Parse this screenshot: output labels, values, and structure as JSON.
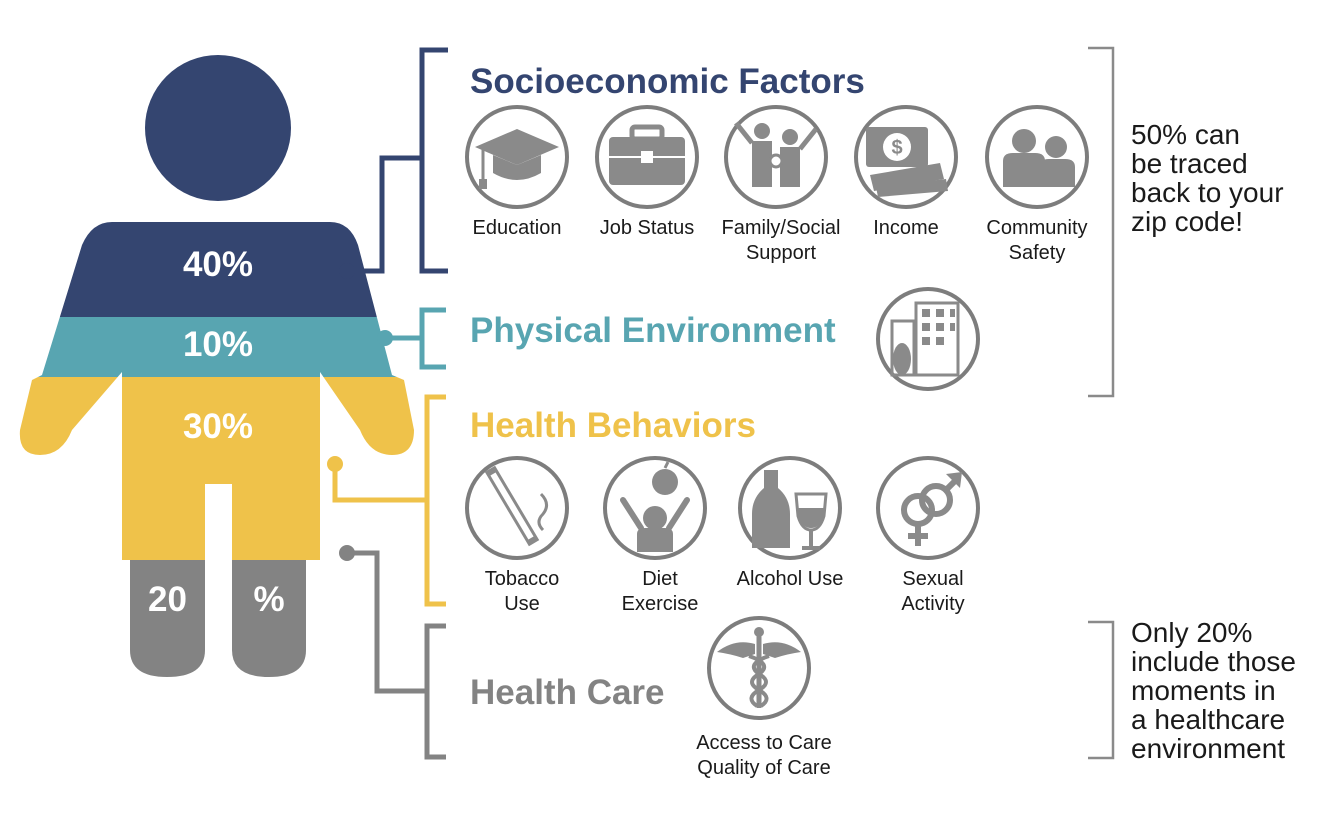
{
  "colors": {
    "socioeconomic": "#344570",
    "physical": "#58a5b1",
    "behaviors": "#efc24a",
    "healthcare": "#838383",
    "icon_ring": "#7d7d7d",
    "icon_fill": "#8a8a8a",
    "bracket_right": "#8a8a8a"
  },
  "figure": {
    "percent_socioeconomic": "40%",
    "percent_physical": "10%",
    "percent_behaviors": "30%",
    "percent_healthcare_left": "20",
    "percent_healthcare_right": "%"
  },
  "categories": {
    "socioeconomic": {
      "title": "Socioeconomic Factors",
      "share": 0.4,
      "items": [
        {
          "label": "Education",
          "icon": "graduation-cap-icon"
        },
        {
          "label": "Job Status",
          "icon": "briefcase-icon"
        },
        {
          "label": "Family/Social\nSupport",
          "icon": "family-icon"
        },
        {
          "label": "Income",
          "icon": "money-icon"
        },
        {
          "label": "Community\nSafety",
          "icon": "community-icon"
        }
      ]
    },
    "physical": {
      "title": "Physical Environment",
      "share": 0.1,
      "items": [
        {
          "label": "",
          "icon": "building-icon"
        }
      ]
    },
    "behaviors": {
      "title": "Health Behaviors",
      "share": 0.3,
      "items": [
        {
          "label": "Tobacco\nUse",
          "icon": "cigarette-icon"
        },
        {
          "label": "Diet\nExercise",
          "icon": "diet-exercise-icon"
        },
        {
          "label": "Alcohol Use",
          "icon": "alcohol-icon"
        },
        {
          "label": "Sexual\nActivity",
          "icon": "gender-symbols-icon"
        }
      ]
    },
    "healthcare": {
      "title": "Health Care",
      "share": 0.2,
      "items": [
        {
          "label": "Access to Care\nQuality of Care",
          "icon": "caduceus-icon"
        }
      ]
    }
  },
  "notes": {
    "zip_code": "50% can\nbe traced\nback to your\nzip code!",
    "healthcare_env": "Only 20%\ninclude those\nmoments in\na healthcare\nenvironment"
  }
}
